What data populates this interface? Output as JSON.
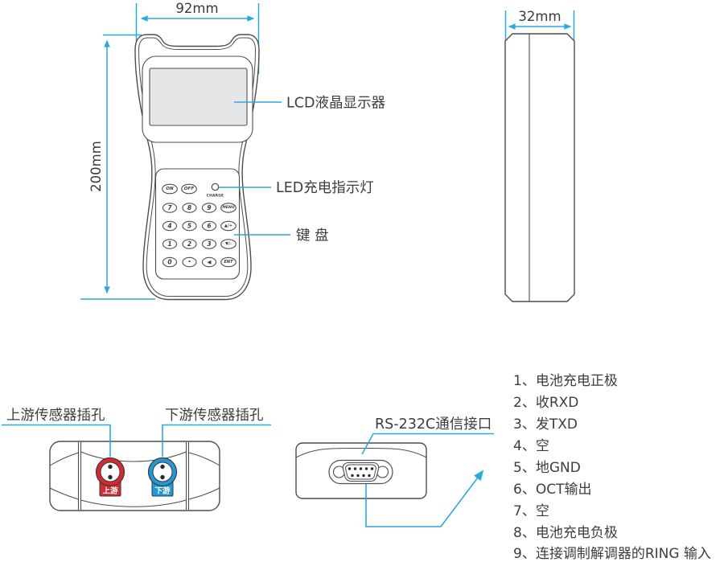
{
  "front_view": {
    "width_dim": "92mm",
    "height_dim": "200mm",
    "lcd_label": "LCD液晶显示器",
    "led_label": "LED充电指示灯",
    "keyboard_label": "键 盘",
    "keypad": {
      "charge_label": "CHARGE",
      "rows": [
        [
          "ON",
          "OFF"
        ],
        [
          "7",
          "8",
          "9",
          "MENU"
        ],
        [
          "4",
          "5",
          "6",
          "▲/+"
        ],
        [
          "1",
          "2",
          "3",
          "▼/-"
        ],
        [
          "0",
          "·",
          "◀",
          "ENT"
        ]
      ]
    }
  },
  "side_view": {
    "width_dim": "32mm"
  },
  "bottom_view": {
    "upstream_label": "上游传感器插孔",
    "downstream_label": "下游传感器插孔",
    "upstream_jack_text": "上游",
    "downstream_jack_text": "下游"
  },
  "rs232_view": {
    "label": "RS-232C通信接口"
  },
  "pin_list": {
    "items": [
      "1、电池充电正极",
      "2、收RXD",
      "3、发TXD",
      "4、空",
      "5、地GND",
      "6、OCT输出",
      "7、空",
      "8、电池充电负极",
      "9、连接调制解调器的RING 输入"
    ]
  },
  "colors": {
    "leader_cyan": "#29a9e2",
    "outline_gray": "#4d4d4e",
    "jack_red": "#d42931",
    "jack_blue": "#1f9ad7",
    "screen_gray": "#e5e6e7",
    "text_dark": "#3d3d3d"
  }
}
